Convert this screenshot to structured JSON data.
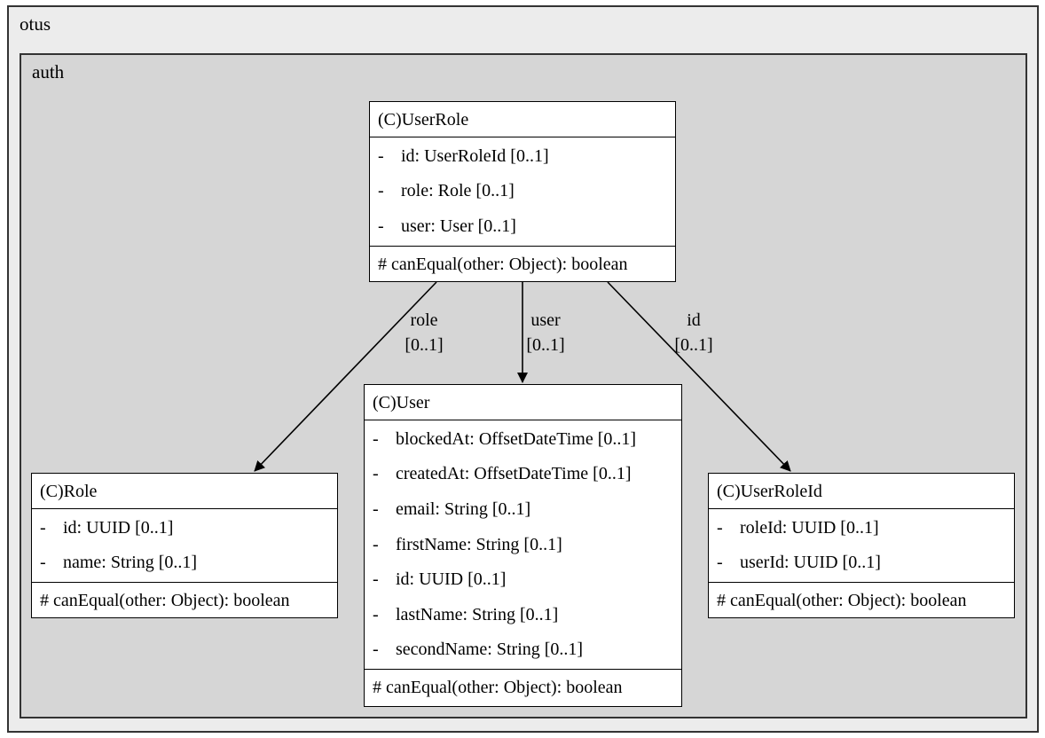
{
  "packages": {
    "outer": "otus",
    "inner": "auth"
  },
  "classes": {
    "userrole": {
      "title": "(C)UserRole",
      "fields": [
        {
          "vis": "-",
          "text": "id: UserRoleId [0..1]"
        },
        {
          "vis": "-",
          "text": "role: Role [0..1]"
        },
        {
          "vis": "-",
          "text": "user: User [0..1]"
        }
      ],
      "methods": [
        "# canEqual(other: Object): boolean"
      ]
    },
    "user": {
      "title": "(C)User",
      "fields": [
        {
          "vis": "-",
          "text": "blockedAt: OffsetDateTime [0..1]"
        },
        {
          "vis": "-",
          "text": "createdAt: OffsetDateTime [0..1]"
        },
        {
          "vis": "-",
          "text": "email: String [0..1]"
        },
        {
          "vis": "-",
          "text": "firstName: String [0..1]"
        },
        {
          "vis": "-",
          "text": "id: UUID [0..1]"
        },
        {
          "vis": "-",
          "text": "lastName: String [0..1]"
        },
        {
          "vis": "-",
          "text": "secondName: String [0..1]"
        }
      ],
      "methods": [
        "# canEqual(other: Object): boolean"
      ]
    },
    "role": {
      "title": "(C)Role",
      "fields": [
        {
          "vis": "-",
          "text": "id: UUID [0..1]"
        },
        {
          "vis": "-",
          "text": "name: String [0..1]"
        }
      ],
      "methods": [
        "# canEqual(other: Object): boolean"
      ]
    },
    "userroleid": {
      "title": "(C)UserRoleId",
      "fields": [
        {
          "vis": "-",
          "text": "roleId: UUID [0..1]"
        },
        {
          "vis": "-",
          "text": "userId: UUID [0..1]"
        }
      ],
      "methods": [
        "# canEqual(other: Object): boolean"
      ]
    }
  },
  "edges": {
    "role": {
      "name": "role",
      "mult": "[0..1]"
    },
    "user": {
      "name": "user",
      "mult": "[0..1]"
    },
    "id": {
      "name": "id",
      "mult": "[0..1]"
    }
  }
}
